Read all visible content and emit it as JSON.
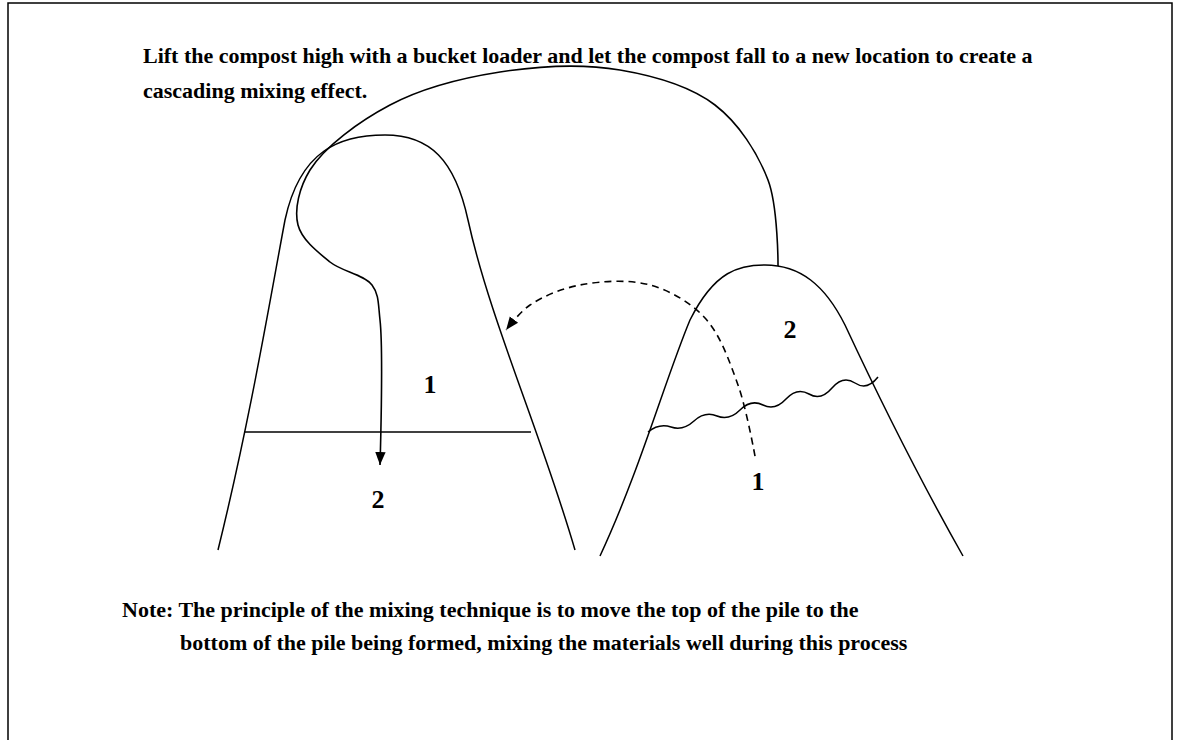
{
  "diagram": {
    "title": "Lift the compost high with a bucket loader and let the compost fall to a new location to create a cascading mixing effect.",
    "caption": "Note: The principle of the mixing technique is to move the top of the pile to the bottom of the pile being formed, mixing the materials well during this process",
    "nodes": [
      {
        "text": [
          "1",
          "2"
        ]
      },
      {
        "text": [
          "2",
          "1"
        ]
      }
    ],
    "edges": [
      {
        "from": 1,
        "to": 0,
        "arrow": "to"
      },
      {
        "from": 1,
        "to": 0,
        "arrow": "to"
      }
    ]
  }
}
